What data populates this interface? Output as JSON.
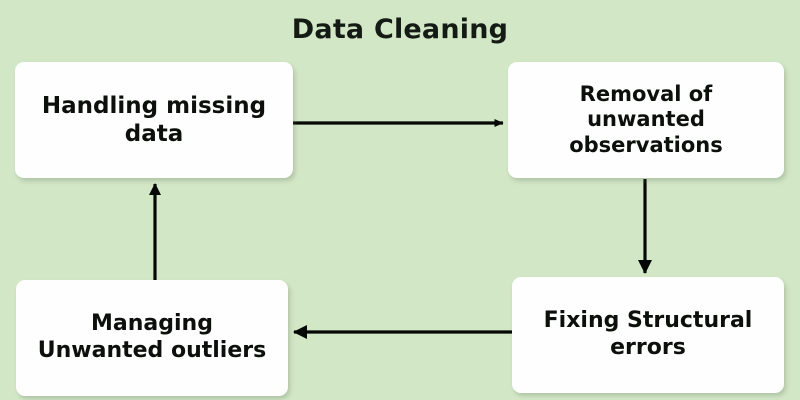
{
  "diagram": {
    "title": "Data Cleaning",
    "background_color": "#d2e7c6",
    "node_fill_color": "#fdfefd",
    "text_color": "#0c0f0c",
    "arrow_color": "#060806",
    "nodes": [
      {
        "id": "handling-missing-data",
        "label": "Handling missing\ndata"
      },
      {
        "id": "removal-unwanted-observations",
        "label": "Removal of\nunwanted\nobservations"
      },
      {
        "id": "fixing-structural-errors",
        "label": "Fixing Structural\nerrors"
      },
      {
        "id": "managing-unwanted-outliers",
        "label": "Managing\nUnwanted outliers"
      }
    ],
    "edges": [
      {
        "id": "edge-handling-to-removal",
        "from": "handling-missing-data",
        "to": "removal-unwanted-observations",
        "direction": "right"
      },
      {
        "id": "edge-removal-to-fixing",
        "from": "removal-unwanted-observations",
        "to": "fixing-structural-errors",
        "direction": "down"
      },
      {
        "id": "edge-fixing-to-managing",
        "from": "fixing-structural-errors",
        "to": "managing-unwanted-outliers",
        "direction": "left"
      },
      {
        "id": "edge-managing-to-handling",
        "from": "managing-unwanted-outliers",
        "to": "handling-missing-data",
        "direction": "up"
      }
    ]
  }
}
